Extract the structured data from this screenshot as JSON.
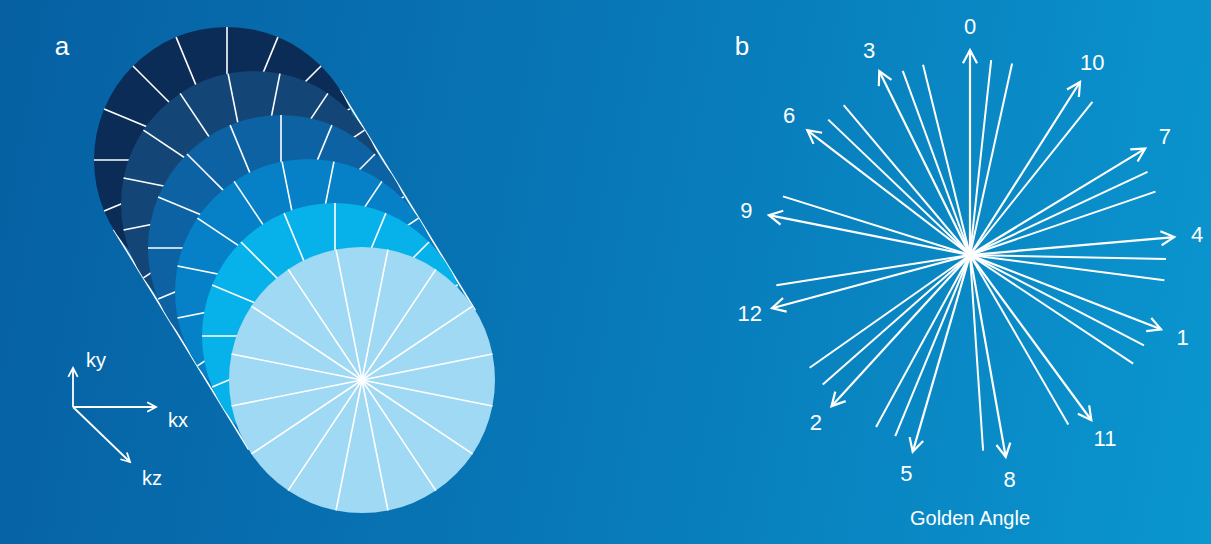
{
  "diagram": {
    "caption": "Golden Angle",
    "labels": [
      "a",
      "b",
      "ky",
      "kx",
      "kz",
      "0",
      "3",
      "10",
      "6",
      "7",
      "9",
      "4",
      "12",
      "1",
      "2",
      "11",
      "5",
      "8"
    ]
  }
}
